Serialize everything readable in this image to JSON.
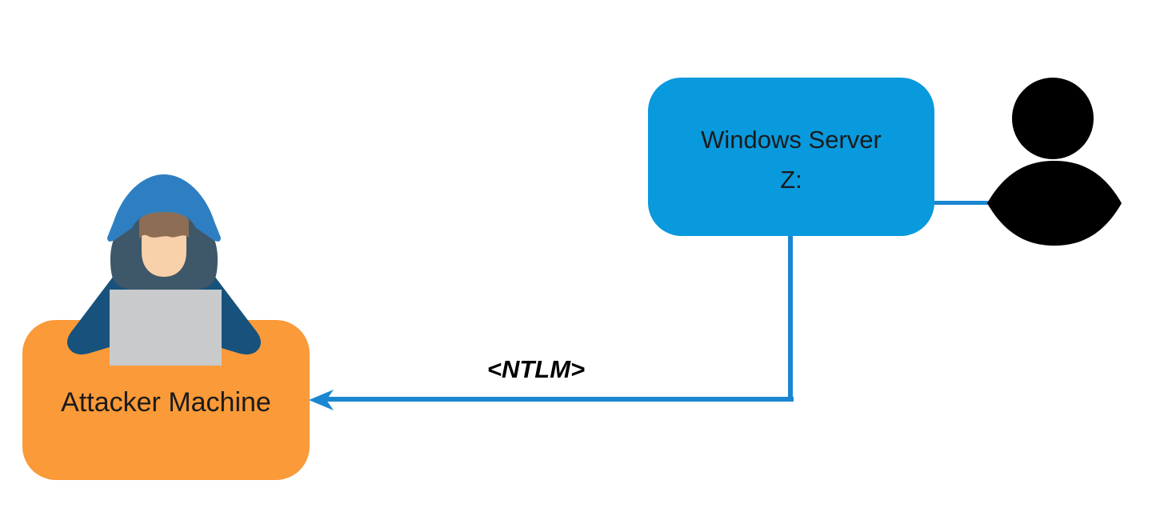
{
  "diagram": {
    "server_node": {
      "label_line1": "Windows Server",
      "label_line2": "Z:",
      "fill": "#0999dd"
    },
    "attacker_node": {
      "label": "Attacker Machine",
      "fill": "#fb9a38"
    },
    "ntlm_edge": {
      "label": "<NTLM>",
      "line_color": "#1b86d1",
      "direction": "server-to-attacker"
    },
    "user_edge": {
      "line_color": "#1b86d1"
    },
    "icons": {
      "hacker": "hooded-hacker-with-laptop",
      "user": "person-silhouette"
    },
    "colors": {
      "hood_outer": "#2e7fc2",
      "hood_inner": "#3e5769",
      "hair": "#8d6e54",
      "face": "#f8d0a9",
      "body": "#17527c",
      "laptop": "#c8cacc",
      "user_icon": "#000000",
      "text": "#1b1b1b"
    }
  }
}
